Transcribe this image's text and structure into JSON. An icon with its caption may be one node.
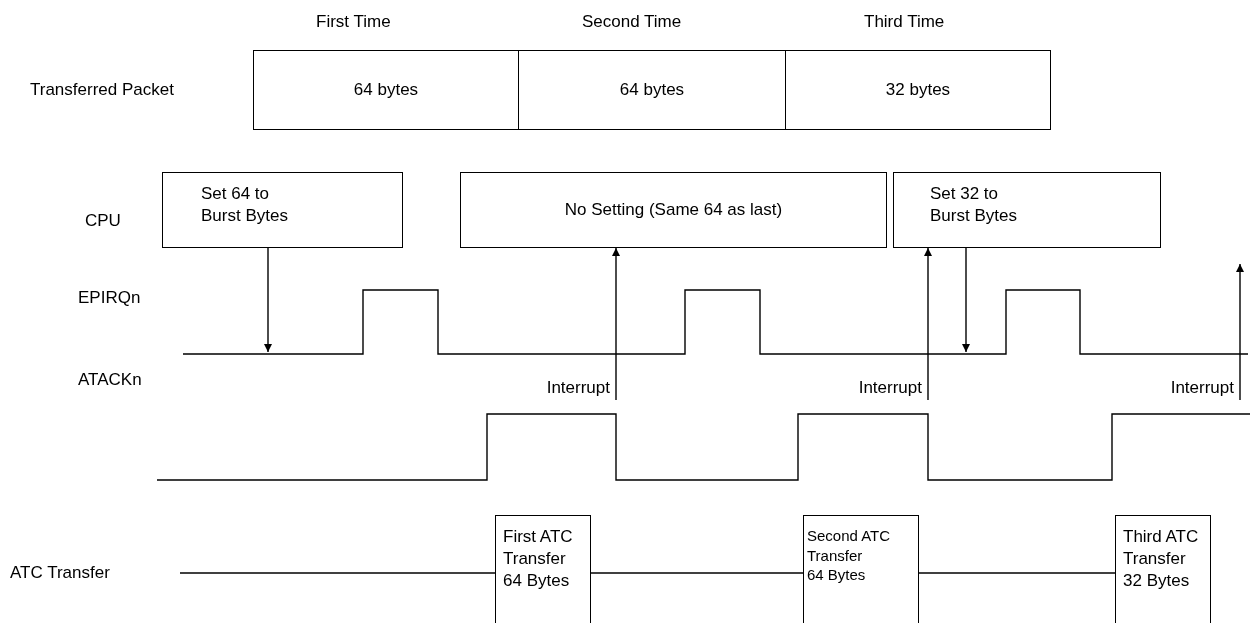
{
  "diagram": {
    "nodes": [
      {
        "text": [
          "64 bytes"
        ]
      },
      {
        "text": [
          "64 bytes"
        ]
      },
      {
        "text": [
          "32 bytes"
        ]
      },
      {
        "text": [
          "Set 64 to Burst Bytes"
        ]
      },
      {
        "text": [
          "No Setting (Same 64 as last)"
        ]
      },
      {
        "text": [
          "Set 32 to Burst Bytes"
        ]
      },
      {
        "text": [
          "First ATC Transfer 64 Bytes"
        ]
      },
      {
        "text": [
          "Second ATC Transfer 64 Bytes"
        ]
      },
      {
        "text": [
          "Third ATC Transfer 32 Bytes"
        ]
      },
      {
        "text": [
          "Interrupt"
        ]
      },
      {
        "text": [
          "Interrupt"
        ]
      },
      {
        "text": [
          "Interrupt"
        ]
      }
    ],
    "edges": [
      {
        "from": 3,
        "to": null,
        "arrow": "to"
      },
      {
        "from": 9,
        "to": 4,
        "arrow": "to"
      },
      {
        "from": 10,
        "to": 5,
        "arrow": "to"
      },
      {
        "from": 5,
        "to": null,
        "arrow": "to"
      },
      {
        "from": 11,
        "to": null,
        "arrow": "to"
      }
    ],
    "labels": [
      "First Time",
      "Second Time",
      "Third Time",
      "Transferred Packet",
      "CPU",
      "EPIRQn",
      "ATACKn",
      "ATC Transfer"
    ]
  }
}
